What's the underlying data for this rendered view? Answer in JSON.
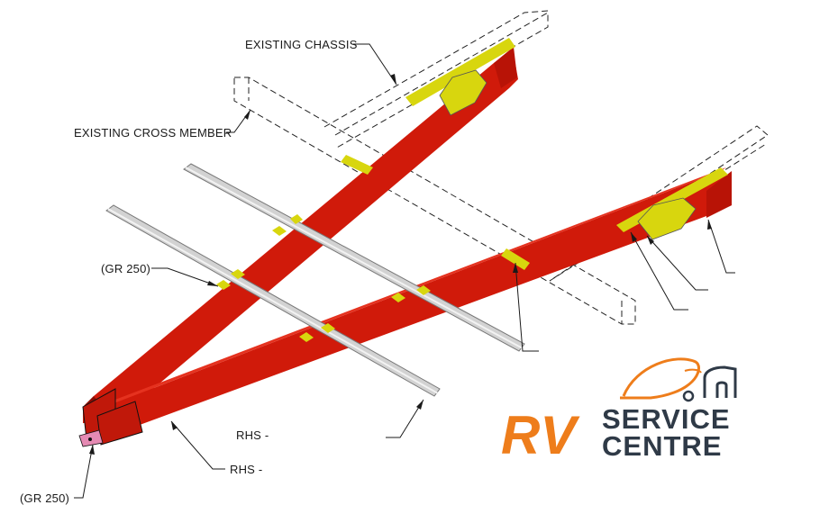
{
  "labels": {
    "existing_chassis": "EXISTING CHASSIS",
    "existing_cross_member": "EXISTING CROSS MEMBER",
    "grade_upper": "(GR 250)",
    "grade_lower": "(GR 250)",
    "rhs_upper": "RHS -",
    "rhs_lower": "RHS -"
  },
  "logo": {
    "rv": "RV",
    "line1": "SERVICE",
    "line2": "CENTRE"
  },
  "colors": {
    "frame_red": "#d01a0a",
    "frame_shadow": "#8a0d04",
    "pad_yellow": "#d8d60e",
    "tube_grey": "#cfcfcf",
    "logo_orange": "#ee7d1b",
    "logo_dark": "#2f3a47",
    "gusset_pink": "#e58ab3"
  }
}
